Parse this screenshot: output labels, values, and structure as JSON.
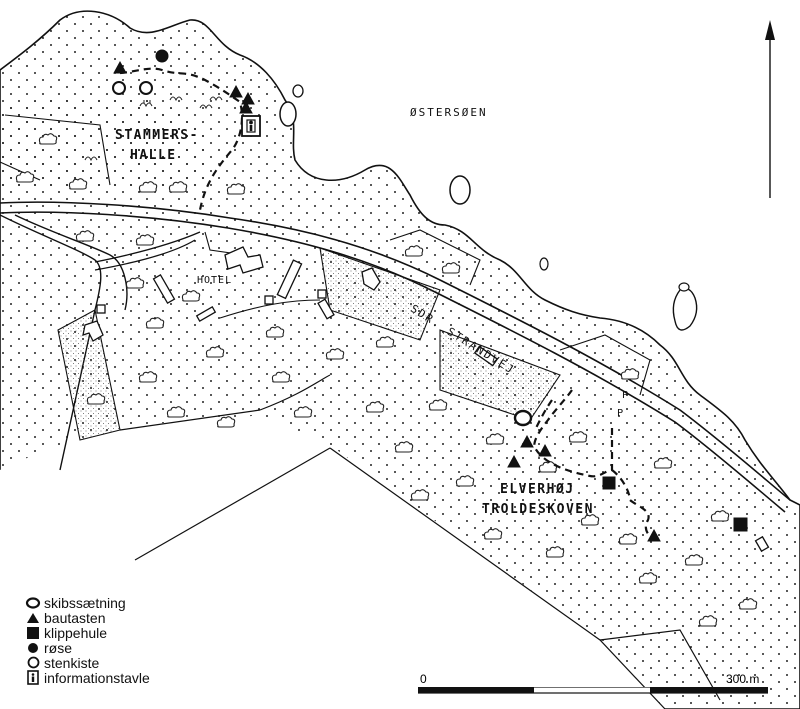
{
  "map": {
    "labels": {
      "sea": "ØSTERSØEN",
      "site1_line1": "STAMMERS-",
      "site1_line2": "HALLE",
      "hotel": "HOTEL",
      "road": "SDR. STRANDVEJ",
      "site2_line1": "ELVERHØJ",
      "site2_line2": "TROLDESKOVEN",
      "parking": "P"
    }
  },
  "legend": {
    "items": [
      {
        "symbol": "ship-setting-icon",
        "label": "skibssætning"
      },
      {
        "symbol": "standing-stone-icon",
        "label": "bautasten"
      },
      {
        "symbol": "rock-cave-icon",
        "label": "klippehule"
      },
      {
        "symbol": "cairn-icon",
        "label": "røse"
      },
      {
        "symbol": "stone-cist-icon",
        "label": "stenkiste"
      },
      {
        "symbol": "info-board-icon",
        "label": "informationstavle"
      }
    ]
  },
  "scale": {
    "start": "0",
    "end": "300 m"
  }
}
